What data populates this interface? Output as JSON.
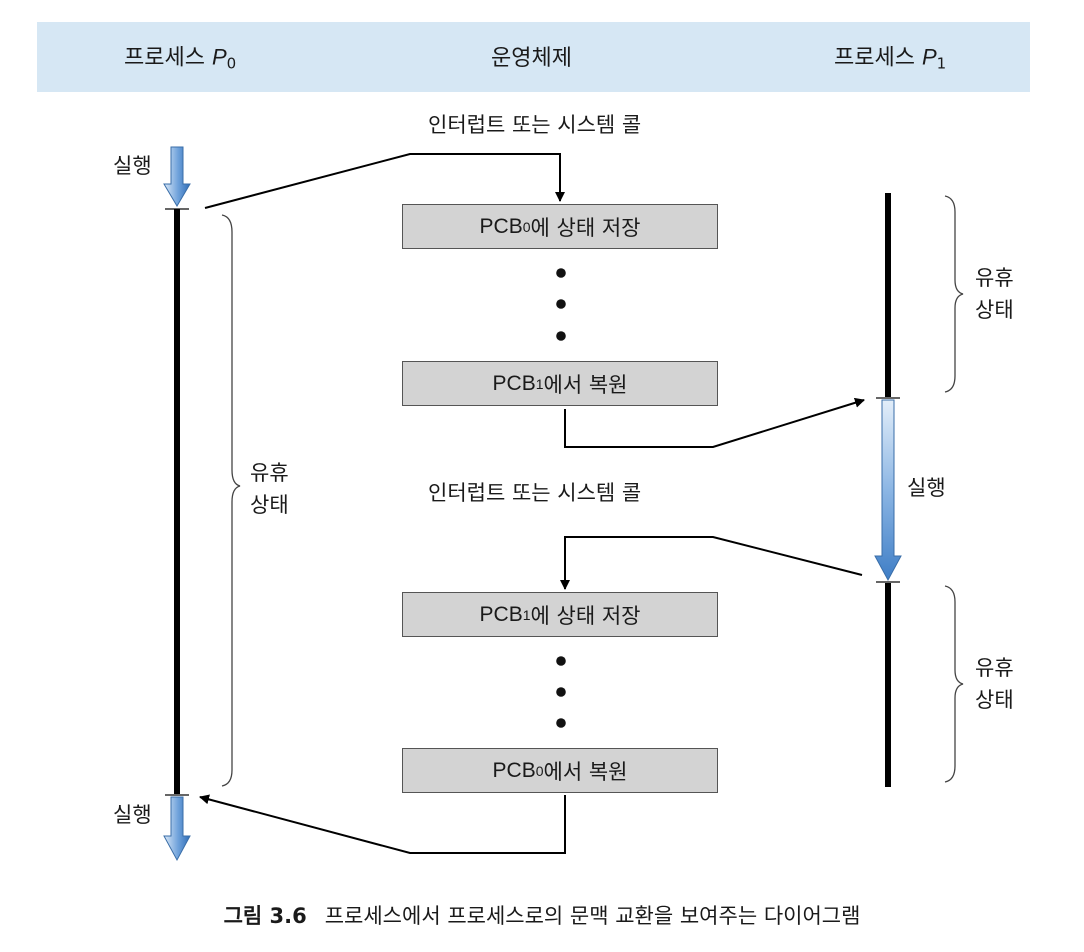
{
  "header": {
    "process_p0": {
      "prefix": "프로세스 ",
      "symbol": "P",
      "sub": "0"
    },
    "os": "운영체제",
    "process_p1": {
      "prefix": "프로세스 ",
      "symbol": "P",
      "sub": "1"
    }
  },
  "labels": {
    "interrupt_top": "인터럽트 또는 시스템 콜",
    "interrupt_mid": "인터럽트 또는 시스템 콜",
    "exec_p0_top": "실행",
    "exec_p0_bottom": "실행",
    "exec_p1": "실행",
    "idle_p0_line1": "유휴",
    "idle_p0_line2": "상태",
    "idle_p1_top_line1": "유휴",
    "idle_p1_top_line2": "상태",
    "idle_p1_bottom_line1": "유휴",
    "idle_p1_bottom_line2": "상태"
  },
  "boxes": {
    "save_pcb0": {
      "pre": "PCB",
      "sub": "0",
      "post": "에 상태 저장"
    },
    "restore_pcb1": {
      "pre": "PCB",
      "sub": "1",
      "post": "에서 복원"
    },
    "save_pcb1": {
      "pre": "PCB",
      "sub": "1",
      "post": "에 상태 저장"
    },
    "restore_pcb0": {
      "pre": "PCB",
      "sub": "0",
      "post": "에서 복원"
    }
  },
  "caption": {
    "figure_no": "그림 3.6",
    "text": "프로세스에서 프로세스로의 문맥 교환을 보여주는 다이어그램"
  },
  "colors": {
    "header_band": "#d6e7f4",
    "box_fill": "#d3d3d3",
    "arrow_blue": "#3f7ec6",
    "arrow_blue_light": "#dbe9f7",
    "timeline": "#000000"
  }
}
